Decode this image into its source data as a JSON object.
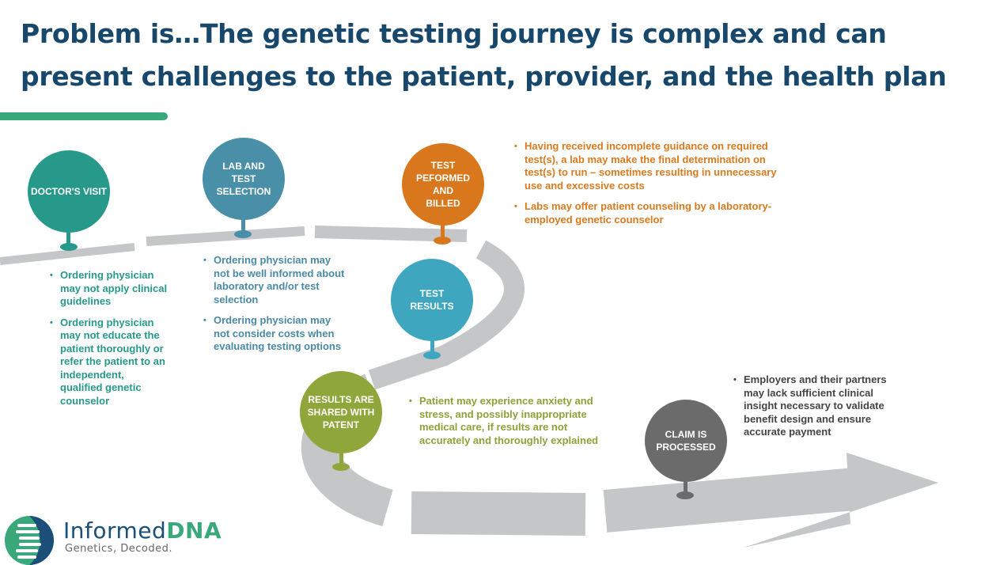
{
  "title": "Problem is…The genetic testing journey is complex and can present challenges to the patient, provider, and the health plan",
  "colors": {
    "title": "#17476b",
    "accent_rule": "#3aa87a",
    "road": "#c4c6c8"
  },
  "steps": [
    {
      "label": "DOCTOR'S VISIT",
      "color": "#27998a",
      "bullets": [
        "Ordering physician may not apply clinical guidelines",
        "Ordering physician may not educate the patient thoroughly or refer the patient to an independent, qualified genetic counselor"
      ]
    },
    {
      "label": "LAB AND TEST SELECTION",
      "color": "#4a8fa8",
      "bullets": [
        "Ordering physician may not be well informed about laboratory and/or test selection",
        "Ordering physician may not consider costs when evaluating testing options"
      ]
    },
    {
      "label": "TEST PEFORMED AND BILLED",
      "color": "#d9771c",
      "bullets": [
        "Having received incomplete guidance on required test(s), a lab may make the final determination on test(s) to run – sometimes resulting in unnecessary use and excessive costs",
        "Labs may offer patient counseling by a laboratory-employed genetic counselor"
      ]
    },
    {
      "label": "TEST RESULTS",
      "color": "#3fa6bf",
      "bullets": []
    },
    {
      "label": "RESULTS ARE SHARED WITH PATENT",
      "color": "#8fa63a",
      "bullets": [
        "Patient may experience anxiety and stress, and possibly inappropriate medical care, if results are not accurately and thoroughly explained"
      ]
    },
    {
      "label": "CLAIM IS PROCESSED",
      "color": "#6b6b6b",
      "bullets": [
        "Employers and their partners may lack sufficient clinical insight necessary to validate benefit design and ensure accurate payment"
      ]
    }
  ],
  "logo": {
    "name_part1": "Informed",
    "name_part2": "DNA",
    "tagline": "Genetics, Decoded."
  }
}
